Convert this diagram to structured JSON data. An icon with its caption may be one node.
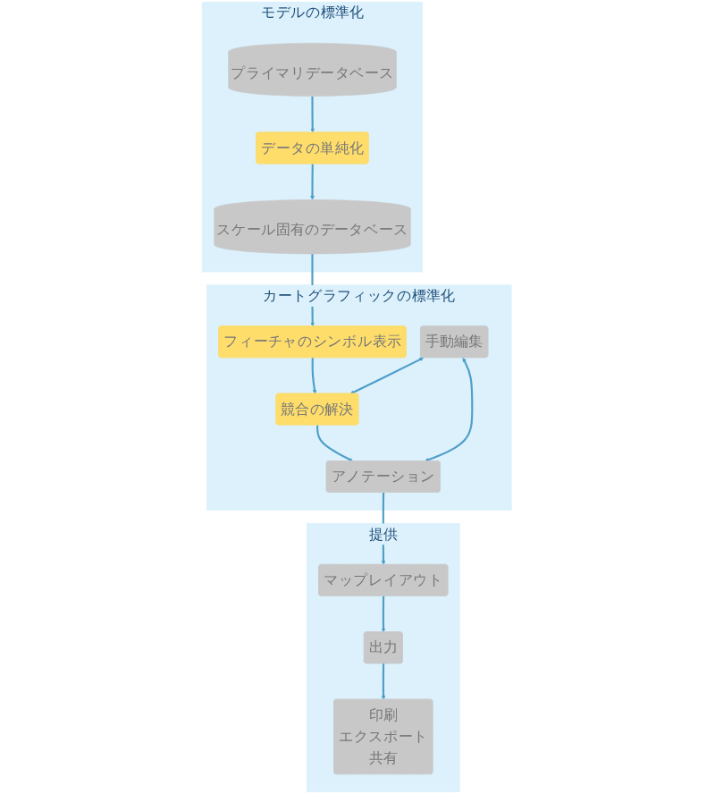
{
  "diagram": {
    "nodes": [
      {
        "text": [
          "モデルの標準化"
        ]
      },
      {
        "text": [
          "プライマリデータベース"
        ],
        "in": 0
      },
      {
        "text": [
          "データの単純化"
        ],
        "in": 0
      },
      {
        "text": [
          "スケール固有のデータベース"
        ],
        "in": 0
      },
      {
        "text": [
          "カートグラフィックの標準化"
        ]
      },
      {
        "text": [
          "フィーチャのシンボル表示"
        ],
        "in": 4
      },
      {
        "text": [
          "手動編集"
        ],
        "in": 4
      },
      {
        "text": [
          "競合の解決"
        ],
        "in": 4
      },
      {
        "text": [
          "アノテーション"
        ],
        "in": 4
      },
      {
        "text": [
          "提供"
        ]
      },
      {
        "text": [
          "マップレイアウト"
        ],
        "in": 9
      },
      {
        "text": [
          "出力"
        ],
        "in": 9
      },
      {
        "text": [
          "印刷",
          "エクスポート",
          "共有"
        ],
        "in": 9
      }
    ],
    "edges": [
      {
        "from": 1,
        "to": 2,
        "arrow": "to"
      },
      {
        "from": 2,
        "to": 3,
        "arrow": "to"
      },
      {
        "from": 3,
        "to": 5,
        "arrow": "to"
      },
      {
        "from": 5,
        "to": 7,
        "arrow": "to"
      },
      {
        "from": 6,
        "to": 7,
        "arrow": "both"
      },
      {
        "from": 6,
        "to": 8,
        "arrow": "both"
      },
      {
        "from": 7,
        "to": 8,
        "arrow": "to"
      },
      {
        "from": 8,
        "to": 10,
        "arrow": "to"
      },
      {
        "from": 10,
        "to": 11,
        "arrow": "to"
      },
      {
        "from": 11,
        "to": 12,
        "arrow": "to"
      }
    ]
  }
}
